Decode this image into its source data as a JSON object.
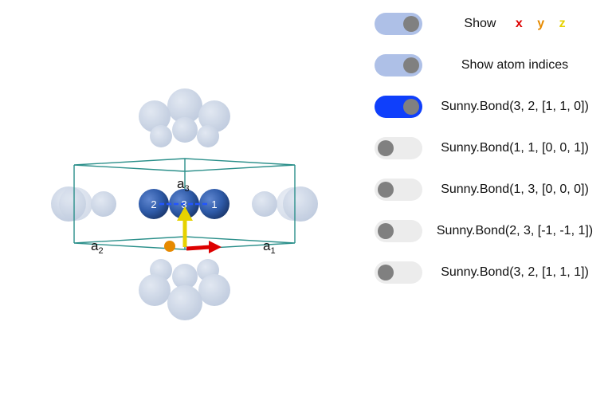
{
  "colors": {
    "toggle_on_light": "#aec0e7",
    "toggle_on_active": "#0f3ffb",
    "toggle_off": "#ececec",
    "knob": "#808080",
    "axis_x": "#dd0000",
    "axis_y": "#e68a00",
    "axis_z": "#e6d200",
    "cell_edges": "#2a8f8a",
    "bond": "#2255ff",
    "atom_solid": "#2e5aa8",
    "atom_ghost": "#c5d1e3"
  },
  "viewport": {
    "lattice_labels": {
      "a1": {
        "letter": "a",
        "sub": "1"
      },
      "a2": {
        "letter": "a",
        "sub": "2"
      },
      "a3": {
        "letter": "a",
        "sub": "3"
      }
    },
    "atom_indices": [
      "1",
      "2",
      "3"
    ]
  },
  "controls": [
    {
      "label": "Show",
      "state": "on-light",
      "axis_letters": [
        "x",
        "y",
        "z"
      ]
    },
    {
      "label": "Show atom indices",
      "state": "on-light"
    },
    {
      "label": "Sunny.Bond(3, 2, [1, 1, 0])",
      "state": "on-active"
    },
    {
      "label": "Sunny.Bond(1, 1, [0, 0, 1])",
      "state": "off"
    },
    {
      "label": "Sunny.Bond(1, 3, [0, 0, 0])",
      "state": "off"
    },
    {
      "label": "Sunny.Bond(2, 3, [-1, -1, 1])",
      "state": "off"
    },
    {
      "label": "Sunny.Bond(3, 2, [1, 1, 1])",
      "state": "off"
    }
  ]
}
